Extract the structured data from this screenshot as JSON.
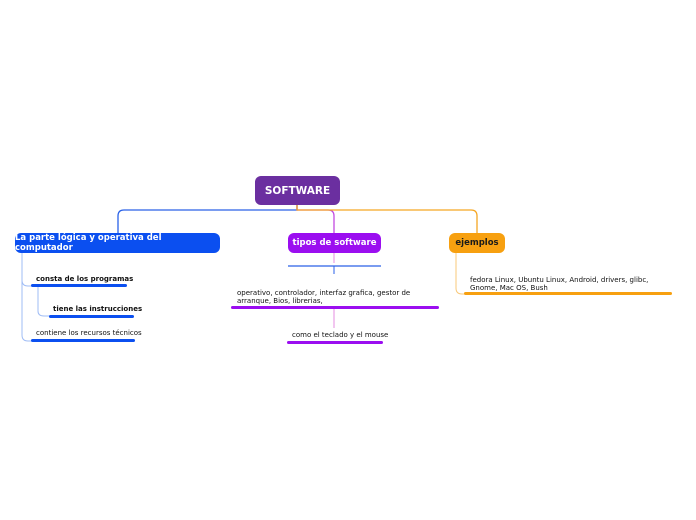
{
  "root": {
    "label": "SOFTWARE",
    "color": "#6b2fa0"
  },
  "branches": {
    "logica": {
      "label": "La parte lógica y operativa del computador",
      "color": "#0b4ff0",
      "children": [
        {
          "label": "consta de los programas"
        },
        {
          "label": "tiene las instrucciones"
        },
        {
          "label": "contiene los recursos técnicos"
        }
      ]
    },
    "tipos": {
      "label": "tipos de software",
      "color": "#9b0ef0",
      "children": [
        {
          "label": "operativo, controlador, interfaz grafica, gestor de arranque, Bios, librerias,"
        },
        {
          "label": "como el teclado y el mouse"
        }
      ]
    },
    "ejemplos": {
      "label": "ejemplos",
      "color": "#f7a010",
      "children": [
        {
          "label": "fedora Linux, Ubuntu Linux, Android, drivers, glibc, Gnome, Mac OS, Bush"
        }
      ]
    }
  }
}
